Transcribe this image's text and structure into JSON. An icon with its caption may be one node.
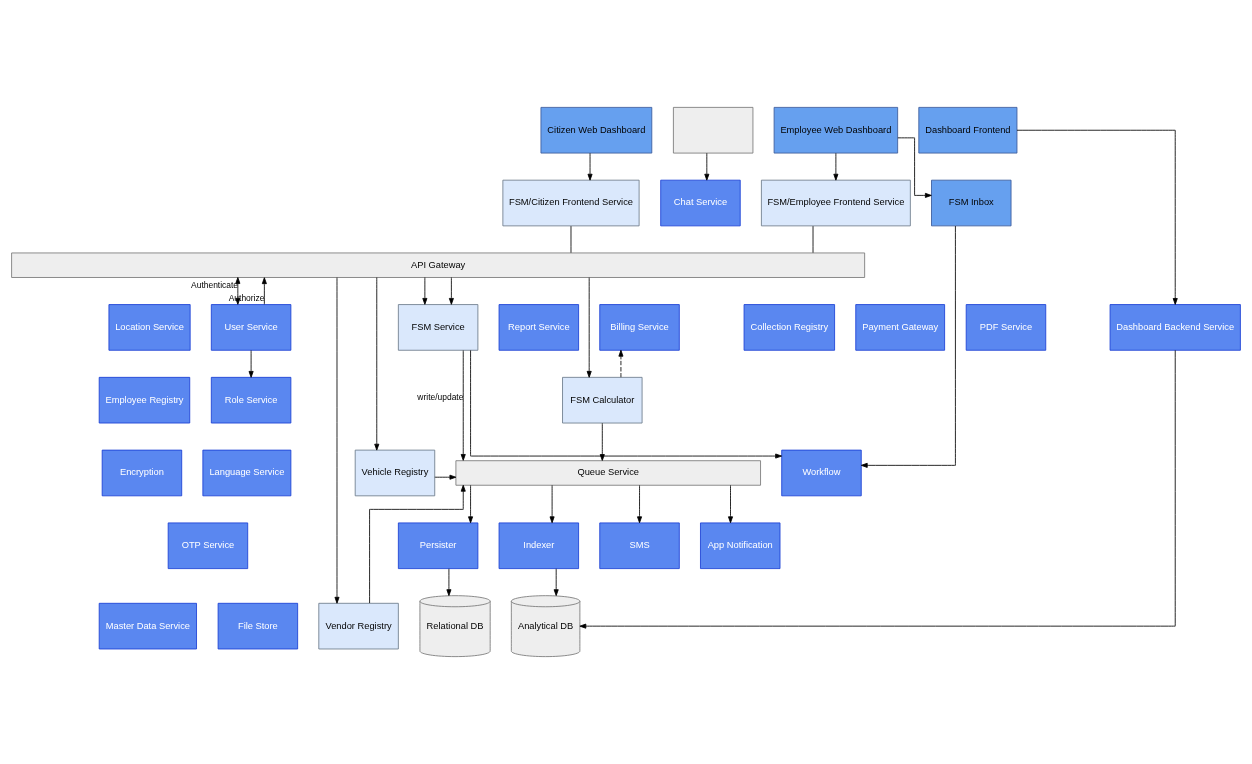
{
  "diagram": {
    "nodes": [
      {
        "text": [
          "Citizen Web Dashboard"
        ]
      },
      {
        "text": [],
        "shape": "box"
      },
      {
        "text": [
          "Employee Web Dashboard"
        ]
      },
      {
        "text": [
          "FSM/Citizen Frontend Service"
        ]
      },
      {
        "text": [
          "Chat Service"
        ]
      },
      {
        "text": [
          "FSM/Employee Frontend Service"
        ]
      },
      {
        "text": [
          "FSM Inbox"
        ]
      },
      {
        "text": [
          "Dashboard Frontend"
        ]
      },
      {
        "text": [
          "API Gateway"
        ]
      },
      {
        "text": [
          "Location Service"
        ]
      },
      {
        "text": [
          "User Service"
        ]
      },
      {
        "text": [
          "FSM Service"
        ]
      },
      {
        "text": [
          "Report Service"
        ]
      },
      {
        "text": [
          "Billing Service"
        ]
      },
      {
        "text": [
          "Collection Registry"
        ]
      },
      {
        "text": [
          "Payment Gateway"
        ]
      },
      {
        "text": [
          "PDF Service"
        ]
      },
      {
        "text": [
          "Dashboard Backend Service"
        ]
      },
      {
        "text": [
          "Employee Registry"
        ]
      },
      {
        "text": [
          "Role Service"
        ]
      },
      {
        "text": [
          "FSM Calculator"
        ]
      },
      {
        "text": [
          "Queue Service"
        ]
      },
      {
        "text": [
          "Workflow"
        ]
      },
      {
        "text": [
          "Encryption"
        ]
      },
      {
        "text": [
          "Language Service"
        ]
      },
      {
        "text": [
          "Vehicle Registry"
        ]
      },
      {
        "text": [
          "Analytical DB"
        ]
      },
      {
        "text": [
          "Master Data Service"
        ]
      },
      {
        "text": [
          "File Store"
        ]
      },
      {
        "text": [
          "Vendor Registry"
        ]
      },
      {
        "text": [
          "Persister"
        ]
      },
      {
        "text": [
          "Indexer"
        ]
      },
      {
        "text": [
          "SMS"
        ]
      },
      {
        "text": [
          "App Notification"
        ]
      },
      {
        "text": [
          "OTP Service"
        ]
      },
      {
        "text": [
          "Relational DB"
        ]
      }
    ],
    "edges": [
      {
        "from": 0,
        "to": 3,
        "arrow": "to"
      },
      {
        "from": 1,
        "to": 4,
        "arrow": "to"
      },
      {
        "from": 2,
        "to": 5,
        "arrow": "to"
      },
      {
        "from": 2,
        "to": 6,
        "arrow": "to"
      },
      {
        "from": 6,
        "to": 22,
        "arrow": "to"
      },
      {
        "from": 7,
        "to": 17,
        "arrow": "to"
      },
      {
        "from": 3,
        "to": 8,
        "arrow": "none"
      },
      {
        "from": 8,
        "to": 11,
        "arrow": "to"
      },
      {
        "from": 5,
        "to": 8,
        "arrow": "none"
      },
      {
        "from": 8,
        "to": 11,
        "arrow": "to"
      },
      {
        "from": 8,
        "to": 20,
        "arrow": "to"
      },
      {
        "from": 8,
        "to": 25,
        "arrow": "to"
      },
      {
        "from": 8,
        "to": 29,
        "arrow": "to"
      },
      {
        "from": 8,
        "to": 10,
        "label": "Authenticate",
        "arrow": "both"
      },
      {
        "from": 10,
        "to": 8,
        "label": "Authorize",
        "arrow": "to"
      },
      {
        "from": 10,
        "to": 19,
        "arrow": "to"
      },
      {
        "from": 11,
        "to": 22,
        "arrow": "to"
      },
      {
        "from": 20,
        "to": 13,
        "arrow": "to",
        "style": "dashed"
      },
      {
        "from": 11,
        "to": 21,
        "label": "write/update",
        "arrow": "to"
      },
      {
        "from": 20,
        "to": 21,
        "arrow": "to"
      },
      {
        "from": 25,
        "to": 21,
        "arrow": "to"
      },
      {
        "from": 29,
        "to": 21,
        "arrow": "to"
      },
      {
        "from": 21,
        "to": 30,
        "arrow": "to"
      },
      {
        "from": 21,
        "to": 31,
        "arrow": "to"
      },
      {
        "from": 21,
        "to": 32,
        "arrow": "to"
      },
      {
        "from": 21,
        "to": 33,
        "arrow": "to"
      },
      {
        "from": 30,
        "to": 35,
        "arrow": "to"
      },
      {
        "from": 31,
        "to": 26,
        "arrow": "to"
      },
      {
        "from": 17,
        "to": 26,
        "arrow": "to"
      }
    ]
  }
}
